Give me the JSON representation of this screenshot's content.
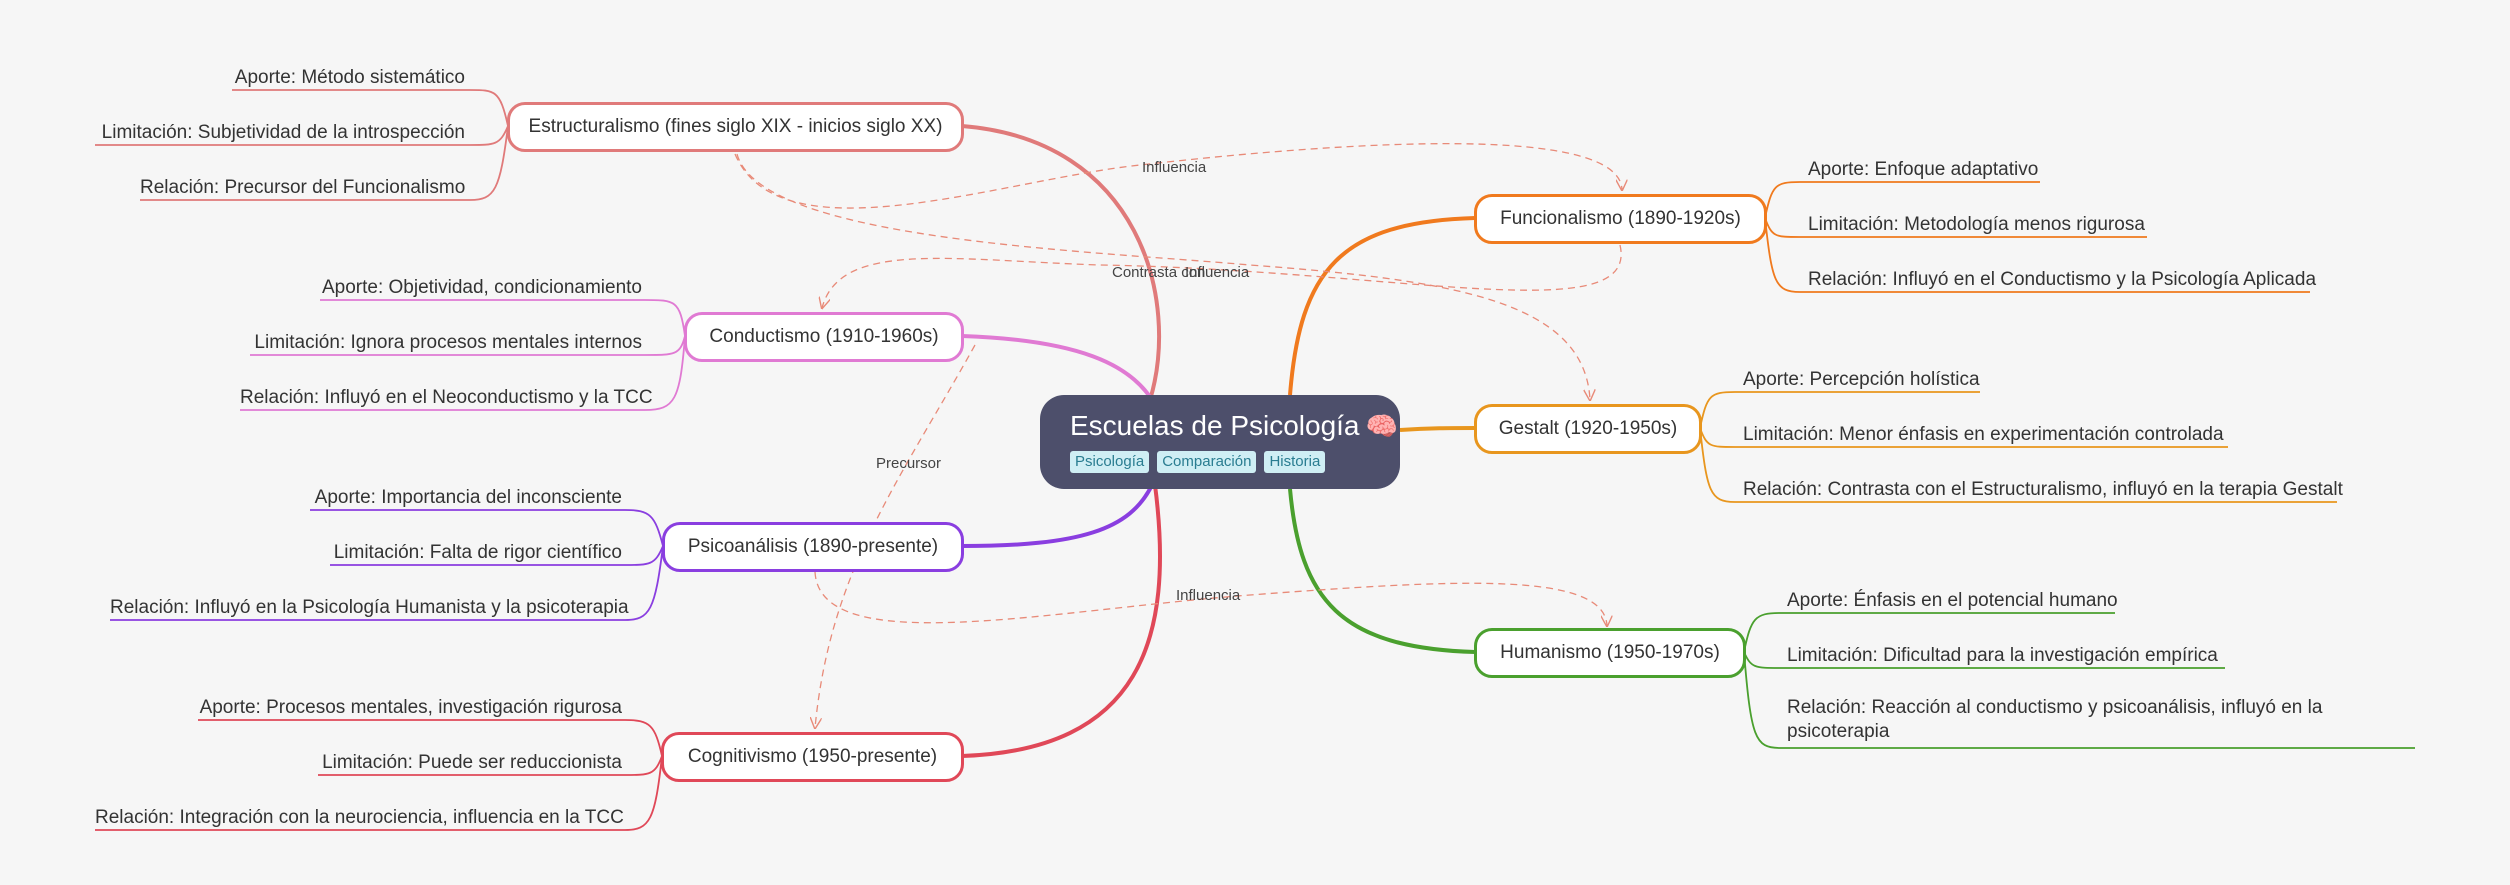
{
  "root": {
    "title": "Escuelas de Psicología",
    "emoji": "🧠",
    "tags": [
      "Psicología",
      "Comparación",
      "Historia"
    ]
  },
  "colors": {
    "background": "#f6f6f6",
    "root_fill": "#4d4f6b",
    "estructuralismo": "#e07a7a",
    "conductismo": "#e07ad3",
    "psicoanalisis": "#8a3ee0",
    "cognitivismo": "#e04858",
    "funcionalismo": "#f07a1e",
    "gestalt": "#e8961e",
    "humanismo": "#4aa02e",
    "relation": "#f0a090"
  },
  "branches": {
    "estructuralismo": {
      "label": "Estructuralismo (fines siglo XIX - inicios siglo XX)",
      "leaves": [
        "Aporte: Método sistemático",
        "Limitación: Subjetividad de la introspección",
        "Relación: Precursor del Funcionalismo"
      ]
    },
    "conductismo": {
      "label": "Conductismo (1910-1960s)",
      "leaves": [
        "Aporte: Objetividad, condicionamiento",
        "Limitación: Ignora procesos mentales internos",
        "Relación: Influyó en el Neoconductismo y la TCC"
      ]
    },
    "psicoanalisis": {
      "label": "Psicoanálisis (1890-presente)",
      "leaves": [
        "Aporte: Importancia del inconsciente",
        "Limitación: Falta de rigor científico",
        "Relación: Influyó en la Psicología Humanista y la psicoterapia"
      ]
    },
    "cognitivismo": {
      "label": "Cognitivismo (1950-presente)",
      "leaves": [
        "Aporte: Procesos mentales, investigación rigurosa",
        "Limitación: Puede ser reduccionista",
        "Relación: Integración con la neurociencia, influencia en la TCC"
      ]
    },
    "funcionalismo": {
      "label": "Funcionalismo (1890-1920s)",
      "leaves": [
        "Aporte: Enfoque adaptativo",
        "Limitación: Metodología menos rigurosa",
        "Relación: Influyó en el Conductismo y la Psicología Aplicada"
      ]
    },
    "gestalt": {
      "label": "Gestalt (1920-1950s)",
      "leaves": [
        "Aporte: Percepción holística",
        "Limitación: Menor énfasis en experimentación controlada",
        "Relación: Contrasta con el Estructuralismo, influyó en la terapia Gestalt"
      ]
    },
    "humanismo": {
      "label": "Humanismo (1950-1970s)",
      "leaves": [
        "Aporte: Énfasis en el potencial humano",
        "Limitación: Dificultad para la investigación empírica",
        "Relación: Reacción al conductismo y psicoanálisis, influyó en la psicoterapia"
      ]
    }
  },
  "relations": {
    "estructuralismo_funcionalismo": "Influencia",
    "gestalt_estructuralismo": "Contrasta con",
    "funcionalismo_conductismo": "Influencia",
    "conductismo_cognitivismo": "Precursor",
    "psicoanalisis_humanismo": "Influencia"
  }
}
